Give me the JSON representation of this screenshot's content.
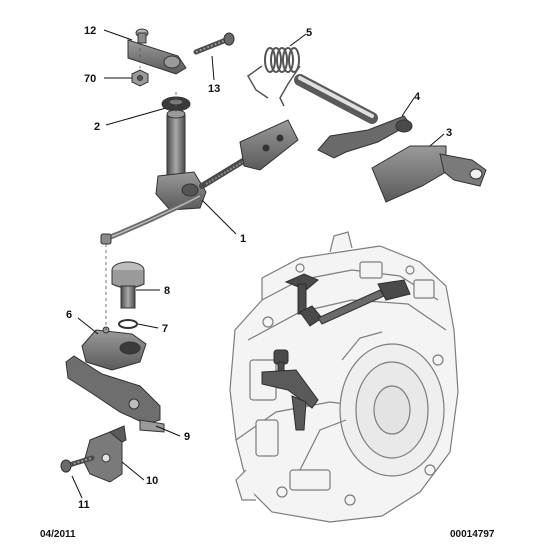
{
  "callouts": [
    {
      "id": "12",
      "label": "12"
    },
    {
      "id": "70",
      "label": "70"
    },
    {
      "id": "13",
      "label": "13"
    },
    {
      "id": "2",
      "label": "2"
    },
    {
      "id": "5",
      "label": "5"
    },
    {
      "id": "4",
      "label": "4"
    },
    {
      "id": "3",
      "label": "3"
    },
    {
      "id": "1",
      "label": "1"
    },
    {
      "id": "8",
      "label": "8"
    },
    {
      "id": "6",
      "label": "6"
    },
    {
      "id": "7",
      "label": "7"
    },
    {
      "id": "9",
      "label": "9"
    },
    {
      "id": "10",
      "label": "10"
    },
    {
      "id": "11",
      "label": "11"
    }
  ],
  "footer": {
    "date": "04/2011",
    "reference": "00014797"
  },
  "colors": {
    "metal_dark": "#3f3f3f",
    "metal_mid": "#7a7a7a",
    "metal_light": "#b5b5b5",
    "housing_fill": "#f4f4f4",
    "housing_stroke": "#7d7d7d"
  }
}
